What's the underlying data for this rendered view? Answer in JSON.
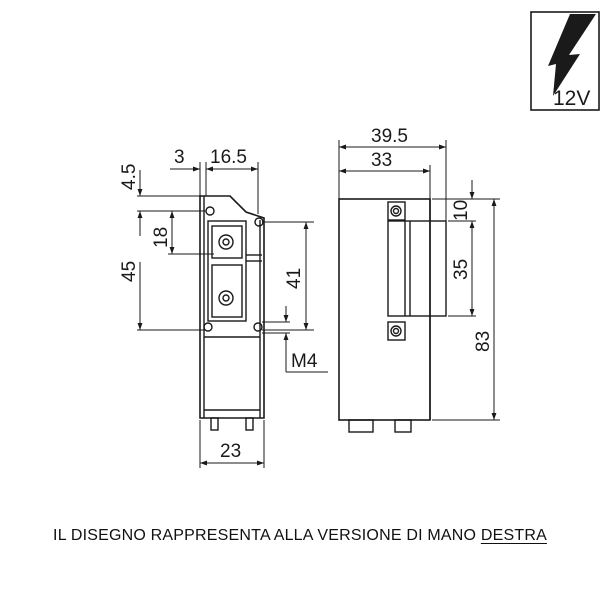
{
  "badge": {
    "voltage": "12V",
    "icon": "lightning-bolt-icon"
  },
  "dimensions": {
    "top_offset": "4.5",
    "plate_step": "3",
    "front_width_top": "16.5",
    "screw_spacing_small": "18",
    "plate_height": "45",
    "hole_spacing": "41",
    "screw_thread": "M4",
    "body_width": "23",
    "total_depth": "39.5",
    "body_depth": "33",
    "latch_offset": "10",
    "latch_height": "35",
    "total_height": "83"
  },
  "caption": {
    "text": "IL DISEGNO RAPPRESENTA ALLA VERSIONE DI MANO ",
    "underlined": "DESTRA"
  }
}
